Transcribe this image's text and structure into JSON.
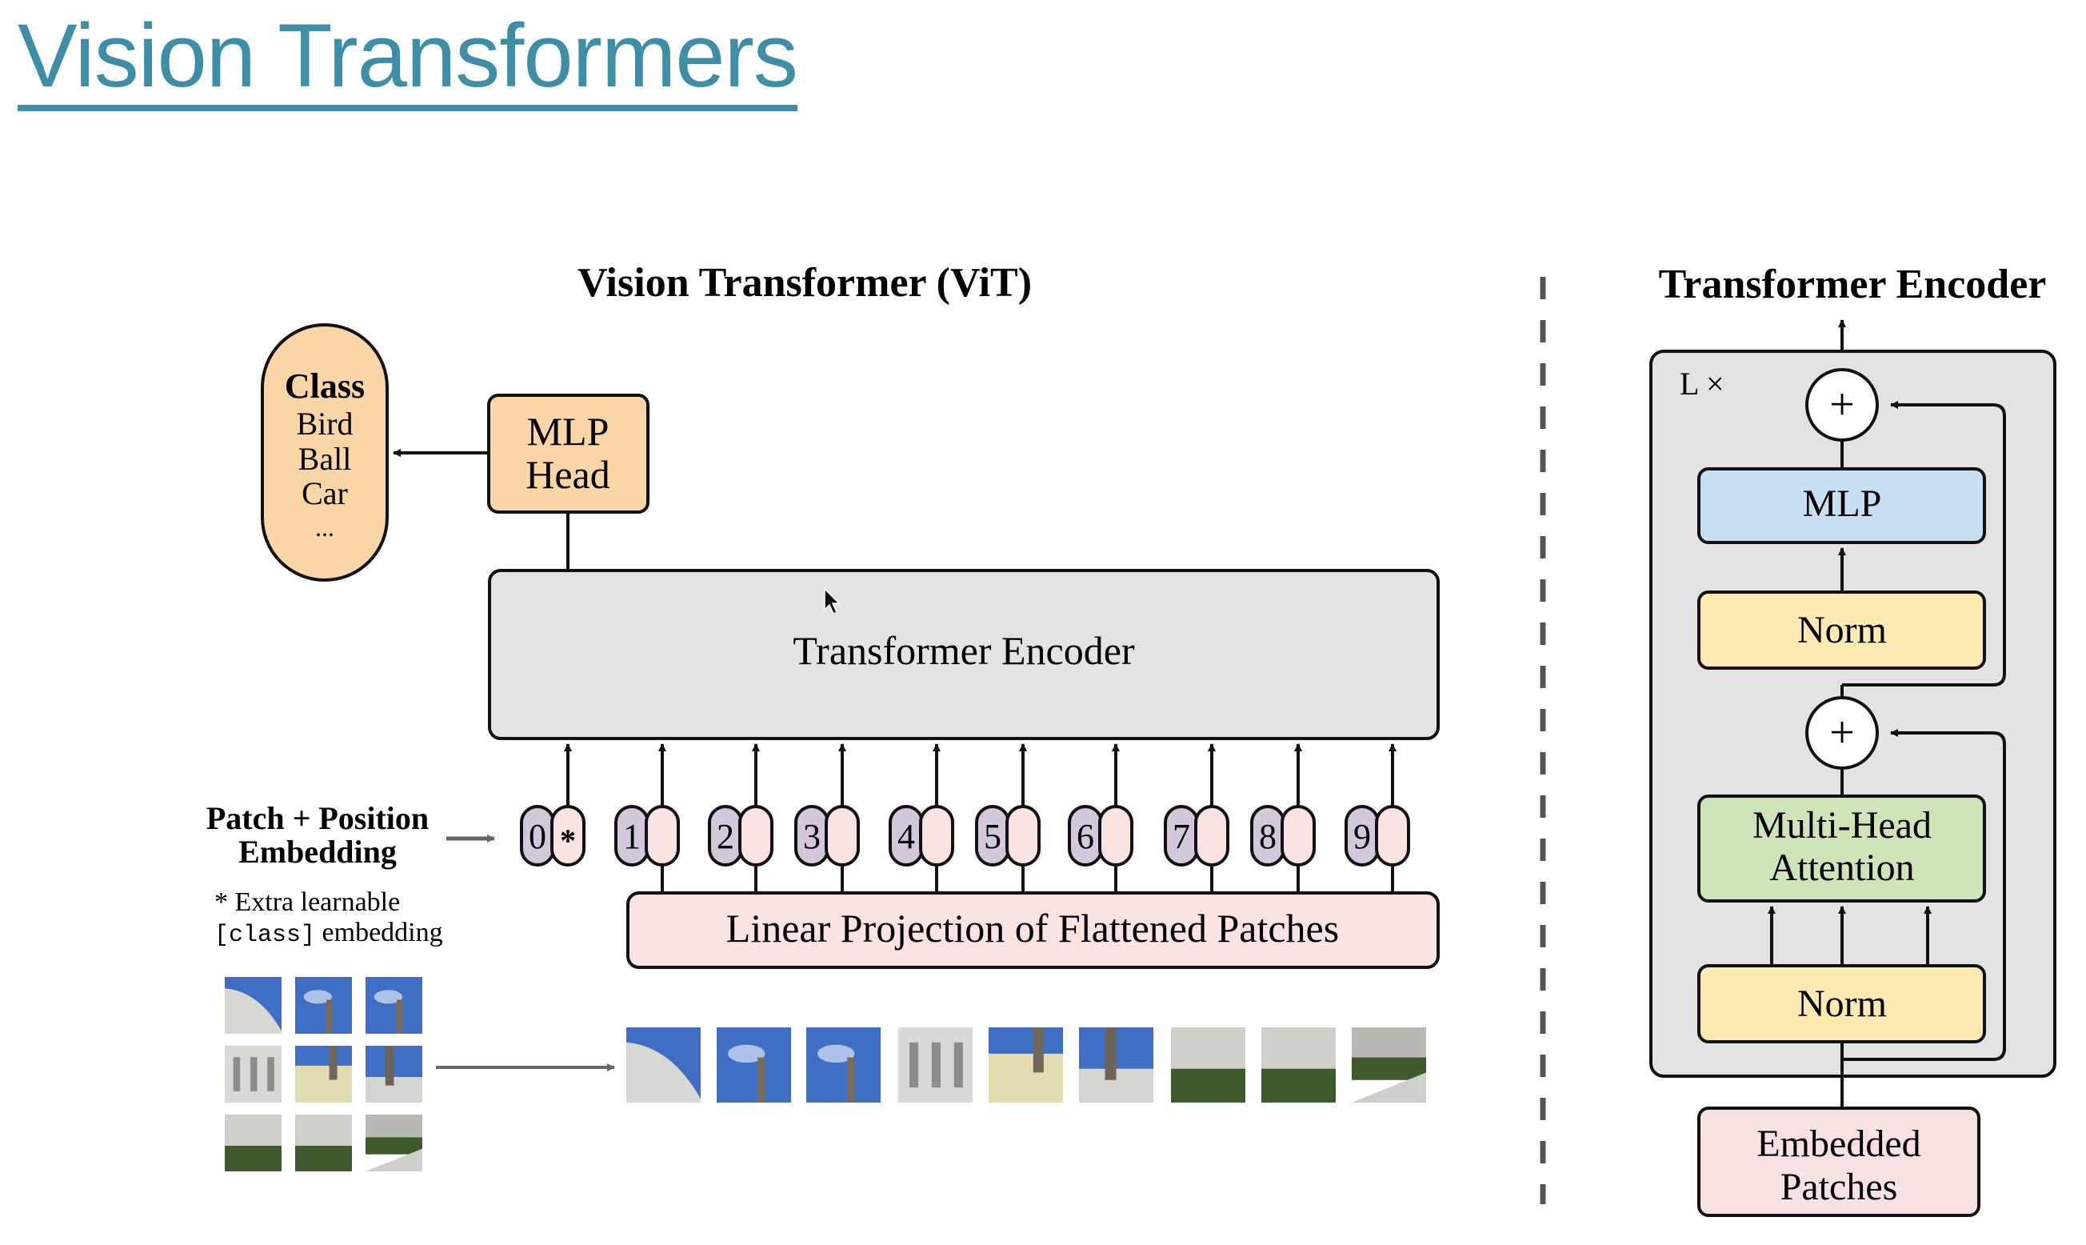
{
  "slide": {
    "title": "Vision Transformers"
  },
  "vit": {
    "title": "Vision Transformer (ViT)",
    "class_box": {
      "heading": "Class",
      "items": [
        "Bird",
        "Ball",
        "Car",
        "..."
      ]
    },
    "mlp_head": [
      "MLP",
      "Head"
    ],
    "encoder_label": "Transformer Encoder",
    "patch_position_label": [
      "Patch + Position",
      "Embedding"
    ],
    "extra_note": [
      "* Extra learnable",
      "[class]",
      " embedding"
    ],
    "tokens": [
      "0",
      "1",
      "2",
      "3",
      "4",
      "5",
      "6",
      "7",
      "8",
      "9"
    ],
    "class_token_marker": "*",
    "linear_projection_label": "Linear Projection of Flattened Patches",
    "patch_count": 9,
    "grid": "3x3"
  },
  "encoder_detail": {
    "title": "Transformer Encoder",
    "repeat_label": "L ×",
    "plus_symbol": "+",
    "mlp_label": "MLP",
    "norm_label": "Norm",
    "attention_label": [
      "Multi-Head",
      "Attention"
    ],
    "embedded_patches_label": [
      "Embedded",
      "Patches"
    ]
  },
  "colors": {
    "title": "#3d8ea6",
    "class_fill": "#fad5a5",
    "mlp_head_fill": "#fad5a5",
    "encoder_fill": "#e3e3e3",
    "pos_token_fill": "#d2c8d9",
    "patch_token_fill": "#fbe3e2",
    "projection_fill": "#fbe3e2",
    "mlp_fill": "#c6dff3",
    "norm_fill": "#fde9b2",
    "attention_fill": "#cfe4b8",
    "embedded_fill": "#f8e1e1"
  }
}
